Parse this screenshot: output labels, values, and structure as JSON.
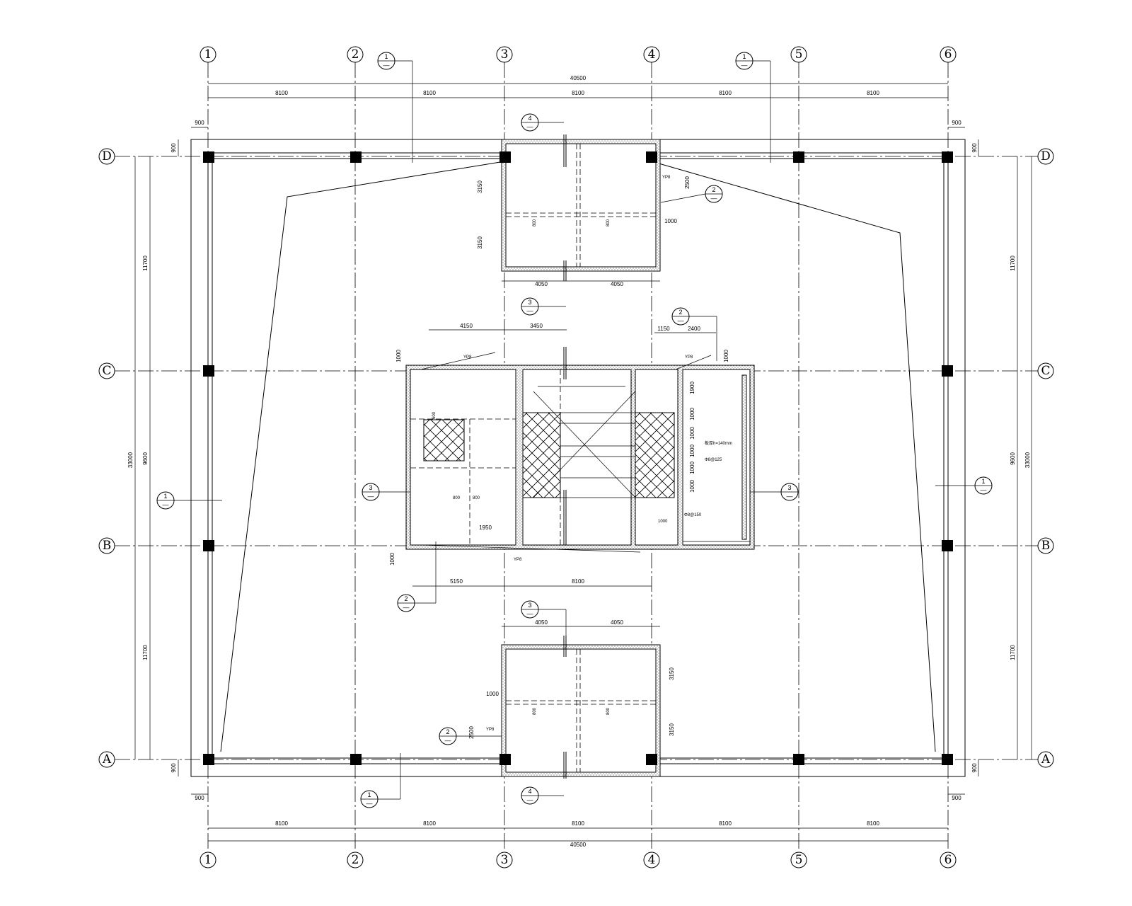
{
  "axes": {
    "columns": [
      "1",
      "2",
      "3",
      "4",
      "5",
      "6"
    ],
    "rows": [
      "D",
      "C",
      "B",
      "A"
    ]
  },
  "dimensions": {
    "overall_width": "40500",
    "bay_width": "8100",
    "overall_depth": "33000",
    "bay_end": "11700",
    "bay_mid": "9600",
    "edge_offset": "900",
    "core_left": "4150",
    "core_right": "3450",
    "opening_1150": "1150",
    "opening_2400": "2400",
    "opening_1000": "1000",
    "core_bottom_left": "5150",
    "core_bottom_right": "8100",
    "core_1950": "1950",
    "pit_half": "4050",
    "pit_depth": "3150",
    "pit_2500": "2500",
    "core_stack_1900": "1900"
  },
  "section_marks": {
    "mark_1": "1",
    "mark_2": "2",
    "mark_3": "3",
    "mark_4": "4",
    "sheet": "—"
  },
  "labels": {
    "yp": "YP8",
    "slab": "板厚h=140mm",
    "rebar": "Φ8@125",
    "rebar_short": "Φ8@150",
    "pit_note": "800",
    "pit_note_b": "600"
  }
}
